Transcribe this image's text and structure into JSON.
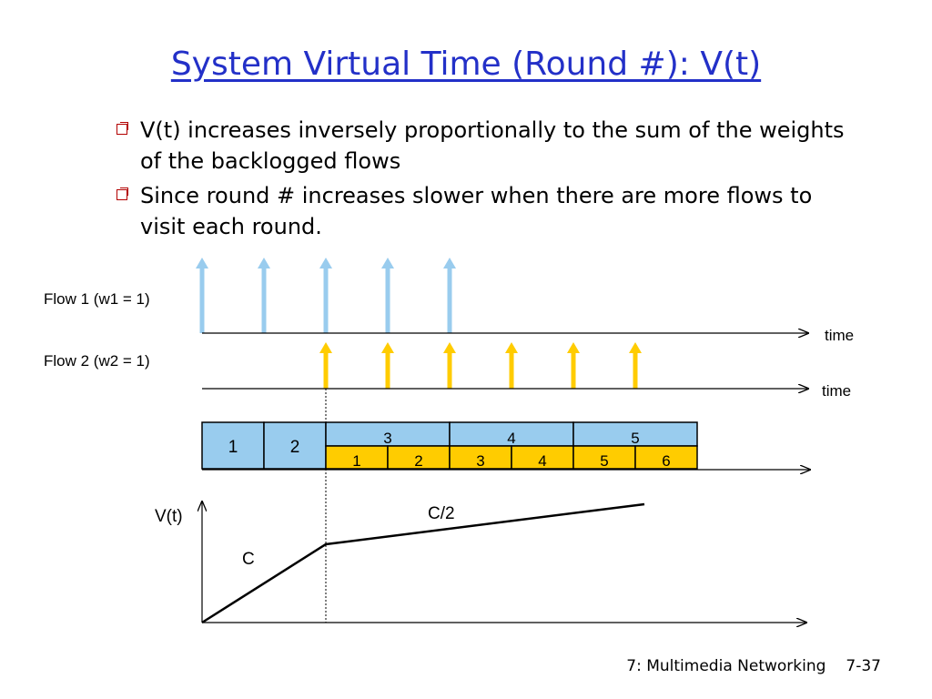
{
  "slide": {
    "title": "System Virtual Time (Round #): V(t)",
    "bullets": [
      "V(t) increases inversely proportionally to the sum of the weights of the backlogged flows",
      "Since round # increases slower when there are more flows to visit each round."
    ],
    "footer": {
      "chapter": "7: Multimedia Networking",
      "page": "7-37"
    }
  },
  "diagram": {
    "flow1": {
      "label": "Flow 1 (w1 = 1)",
      "arrival_count": 5,
      "color": "#99ccee"
    },
    "flow2": {
      "label": "Flow 2 (w2 = 1)",
      "arrival_count": 6,
      "color": "#ffcc00"
    },
    "time_label": "time",
    "schedule": {
      "single_rounds": [
        "1",
        "2"
      ],
      "shared_rounds": [
        "3",
        "4",
        "5"
      ],
      "flow2_packets": [
        "1",
        "2",
        "3",
        "4",
        "5",
        "6"
      ],
      "flow1_color": "#99ccee",
      "flow2_color": "#ffcc00"
    },
    "graph": {
      "ylabel": "V(t)",
      "slope1_label": "C",
      "slope2_label": "C/2"
    }
  }
}
